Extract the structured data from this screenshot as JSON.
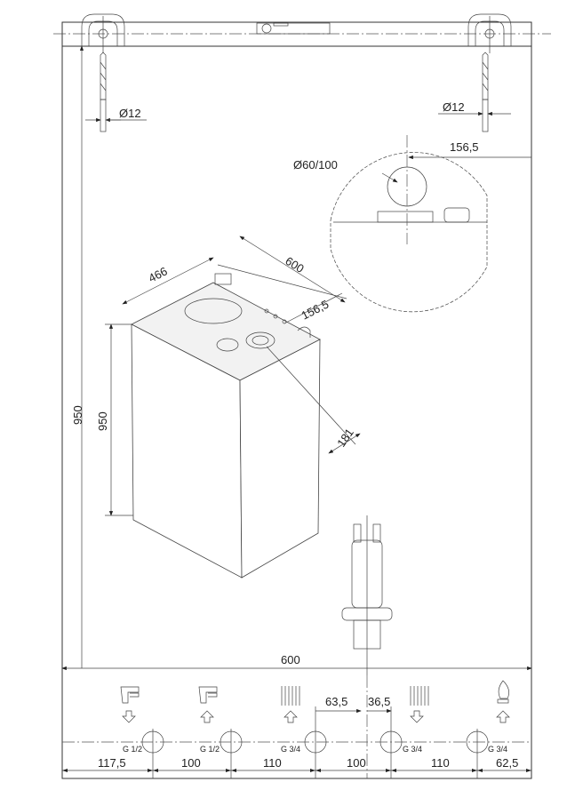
{
  "title": "Boiler installation template dimensions",
  "dimensions": {
    "drill_left": "Ø12",
    "drill_right": "Ø12",
    "flue_offset_top": "156,5",
    "flue_diameter": "Ø60/100",
    "depth": "466",
    "width_iso": "600",
    "flue_offset_iso": "156,5",
    "flue_height": "181",
    "height_iso": "950",
    "total_height": "950",
    "total_width": "600",
    "flue_left": "63,5",
    "flue_right": "36,5"
  },
  "connections": [
    {
      "icon": "tap-out-icon",
      "arrow": "down",
      "thread": "G 1/2"
    },
    {
      "icon": "tap-in-icon",
      "arrow": "up",
      "thread": "G 1/2"
    },
    {
      "icon": "radiator-flow-icon",
      "arrow": "up",
      "thread": "G 3/4"
    },
    {
      "icon": "radiator-return-icon",
      "arrow": "down",
      "thread": "G 3/4"
    },
    {
      "icon": "gas-icon",
      "arrow": "up",
      "thread": "G 3/4"
    }
  ],
  "bottom_spacing": [
    "117,5",
    "100",
    "110",
    "100",
    "110",
    "62,5"
  ]
}
